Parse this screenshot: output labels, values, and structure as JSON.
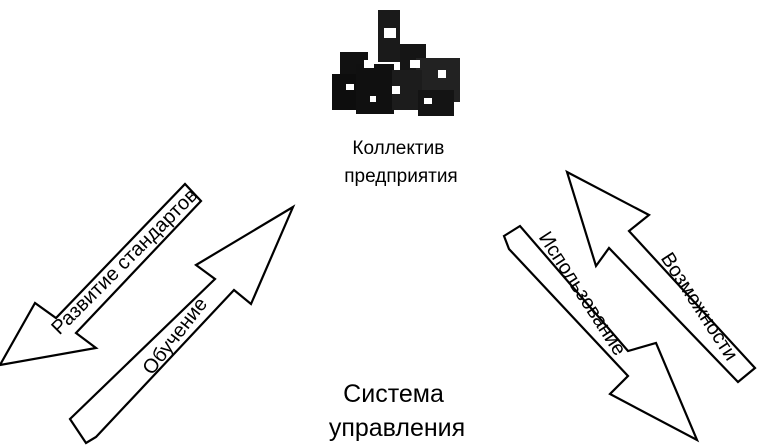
{
  "team": {
    "icon": "team-icon",
    "label_lines": [
      "Коллектив",
      "предприятия"
    ]
  },
  "system": {
    "label_lines": [
      "Система",
      "управления"
    ]
  },
  "arrows": {
    "standards": {
      "label": "Развитие стандартов"
    },
    "training": {
      "label": "Обучение"
    },
    "usage": {
      "label": "Использование"
    },
    "capabilities": {
      "label": "Возможности"
    }
  },
  "colors": {
    "stroke": "#000000",
    "fill": "#ffffff",
    "icon_dark": "#111111",
    "icon_light": "#ffffff"
  }
}
